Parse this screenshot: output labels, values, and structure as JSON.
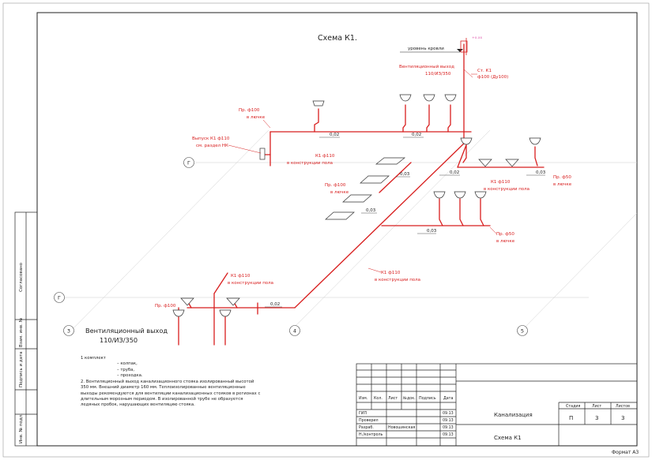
{
  "scheme_title": "Схема К1.",
  "roof_level": "уровень кровли",
  "roof_mark": "+x.xx",
  "vent_outlet_label": [
    "Вентиляционный выход",
    "110/ИЗ/350"
  ],
  "riser_label": [
    "Ст. К1",
    "ф100 (Ду100)"
  ],
  "labels": {
    "pr100_top": [
      "Пр. ф100",
      "в лючке"
    ],
    "vypusk": [
      "Выпуск К1 ф110",
      "см. раздел НК"
    ],
    "k1_110_mid": [
      "К1 ф110",
      "в конструкции пола"
    ],
    "k1_110_right": [
      "К1 ф110",
      "в конструкции пола"
    ],
    "pr100_mid": [
      "Пр. ф100",
      "в лючке"
    ],
    "pr50_right": [
      "Пр. ф50",
      "в лючке"
    ],
    "pr50_lower": [
      "Пр. ф50",
      "в лючке"
    ],
    "k1_110_diag": [
      "К1 ф110",
      "в конструкции пола"
    ],
    "k1_110_left": [
      "К1 ф110",
      "в конструкции пола"
    ],
    "pr100_left": "Пр. ф100"
  },
  "slopes": [
    "0,02",
    "0,02",
    "0,02",
    "0,03",
    "0,03",
    "0,03",
    "0,02"
  ],
  "axes": [
    "Г",
    "Г",
    "3",
    "4",
    "5"
  ],
  "side_stamps": [
    "Согласовано",
    "Взам. инв. №",
    "Подпись и дата",
    "Инв. № подл."
  ],
  "vent_title": [
    "Вентиляционный выход",
    "110/ИЗ/350"
  ],
  "notes": {
    "first": "1 комплект",
    "items": [
      "– колпак,",
      "– труба,",
      "– проходка."
    ],
    "para": "2. Вентиляционный выход канализационного стояка изолированный высотой 350 мм. Внешний диаметр 160 мм. Теплоизолированные вентиляционные выходы рекомендуются для вентиляции канализационных стояков в регионах с длительным морозным периодом. В изолированной трубе не образуется ледяных пробок, нарушающих вентиляцию стояка."
  },
  "title_block": {
    "col_headers": [
      "Изм.",
      "Кол.",
      "Лист",
      "№док.",
      "Подпись",
      "Дата"
    ],
    "roles": [
      "ГИП",
      "Проверил",
      "Разраб.",
      "Н./контроль"
    ],
    "names": [
      "",
      "",
      "Новошинская",
      ""
    ],
    "dates": [
      "09.13",
      "09.13",
      "09.13",
      "09.13"
    ],
    "project": "Канализация",
    "sheet_name": "Схема К1",
    "stage_header": "Стадия",
    "sheet_header": "Лист",
    "sheets_header": "Листов",
    "stage": "П",
    "sheet": "3",
    "sheets": "3"
  },
  "format": "Формат А3"
}
